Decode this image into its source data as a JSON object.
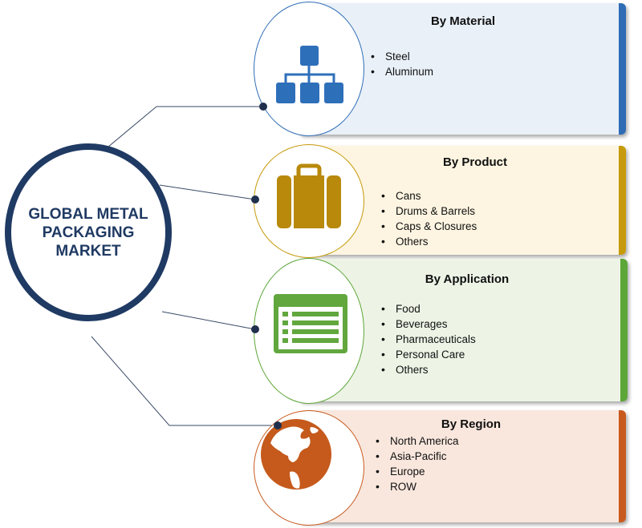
{
  "center": {
    "lines": [
      "GLOBAL METAL",
      "PACKAGING",
      "MARKET"
    ]
  },
  "segments": [
    {
      "title": "By Material",
      "items": [
        "Steel",
        "Aluminum"
      ],
      "icon": "hierarchy-icon",
      "bg": "#e9f0f8",
      "bar": "#2e6db5",
      "ring": "#2e6db5",
      "icon_color": "#2e6fba"
    },
    {
      "title": "By Product",
      "items": [
        "Cans",
        "Drums & Barrels",
        "Caps & Closures",
        "Others"
      ],
      "icon": "briefcase-icon",
      "bg": "#fdf5e1",
      "bar": "#c69a0c",
      "ring": "#c69a0c",
      "icon_color": "#b8890a"
    },
    {
      "title": "By Application",
      "items": [
        "Food",
        "Beverages",
        "Pharmaceuticals",
        "Personal Care",
        "Others"
      ],
      "icon": "list-table-icon",
      "bg": "#edf4e6",
      "bar": "#5da638",
      "ring": "#5da638",
      "icon_color": "#61a73e"
    },
    {
      "title": "By Region",
      "items": [
        "North America",
        "Asia-Pacific",
        "Europe",
        "ROW"
      ],
      "icon": "globe-icon",
      "bg": "#f9e7dd",
      "bar": "#c85a1e",
      "ring": "#c85a1e",
      "icon_color": "#c55a1c"
    }
  ]
}
